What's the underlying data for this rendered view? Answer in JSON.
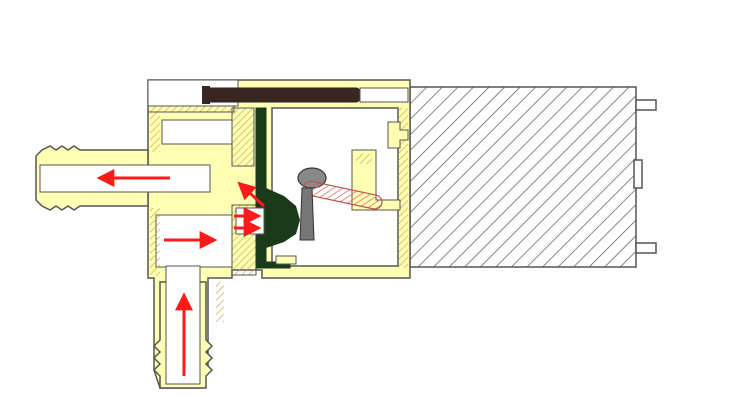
{
  "diagram": {
    "kind": "pump cross-section",
    "colors": {
      "background": "#ffffff",
      "body_fill": "#ffffb3",
      "body_outline": "#555555",
      "hatch": "#c8a040",
      "motor_hatch": "#555555",
      "rod": "#3a2620",
      "diaphragm": "#1a3a1a",
      "flow_arrow": "#ff1a1a",
      "cam_hatch": "#e07070"
    },
    "flow_arrows": [
      {
        "direction": "inlet-up"
      },
      {
        "direction": "right-into-chamber"
      },
      {
        "direction": "left-to-outlet"
      },
      {
        "direction": "up-left-from-valve"
      }
    ]
  }
}
